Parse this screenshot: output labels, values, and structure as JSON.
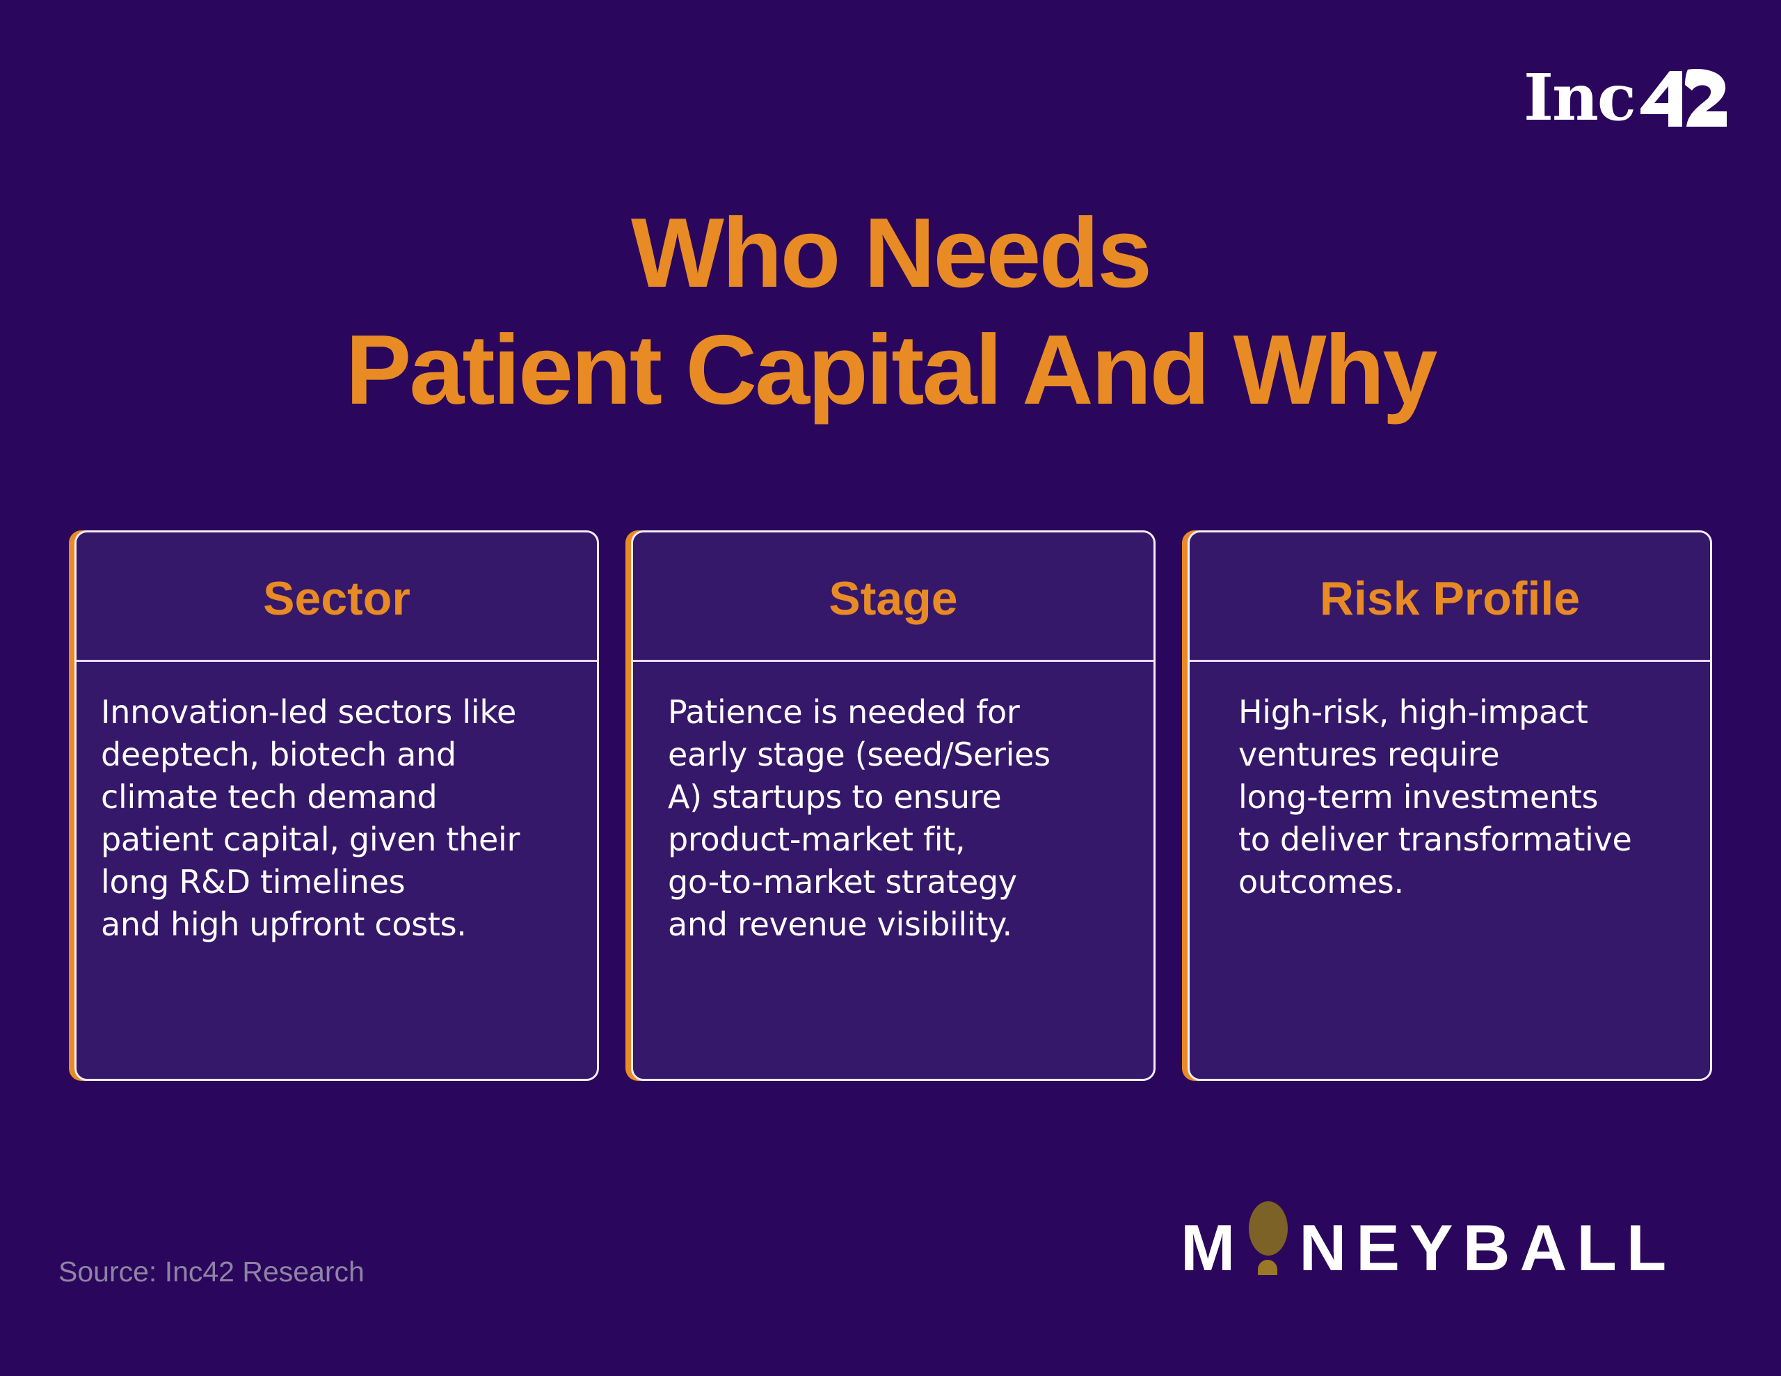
{
  "brand": {
    "publisher_logo": "Inc42",
    "publisher_logo_parts": {
      "text": "Inc",
      "number": "42"
    },
    "series_logo": "MONEYBALL",
    "series_logo_parts": {
      "first": "M",
      "ball_letter": "O",
      "rest": "NEYBALL"
    }
  },
  "title": {
    "line1": "Who Needs",
    "line2": "Patient Capital And Why"
  },
  "cards": [
    {
      "heading": "Sector",
      "lines": [
        "Innovation-led sectors like",
        "deeptech, biotech and",
        "climate tech demand",
        "patient capital, given their",
        "long R&D timelines",
        "and high upfront costs."
      ]
    },
    {
      "heading": "Stage",
      "lines": [
        "Patience is needed for",
        "early stage (seed/Series",
        "A) startups to ensure",
        "product-market fit,",
        "go-to-market strategy",
        "and revenue visibility."
      ]
    },
    {
      "heading": "Risk Profile",
      "lines": [
        "High-risk, high-impact",
        "ventures require",
        "long-term investments",
        "to deliver transformative",
        "outcomes."
      ]
    }
  ],
  "footer": {
    "source": "Source: Inc42 Research"
  },
  "colors": {
    "background": "#2a075c",
    "card_fill": "#36186a",
    "accent_orange": "#e88b25",
    "card_border": "#f3ecfb",
    "source_text": "#8d84a3",
    "ball_gold": "#7c6226"
  }
}
